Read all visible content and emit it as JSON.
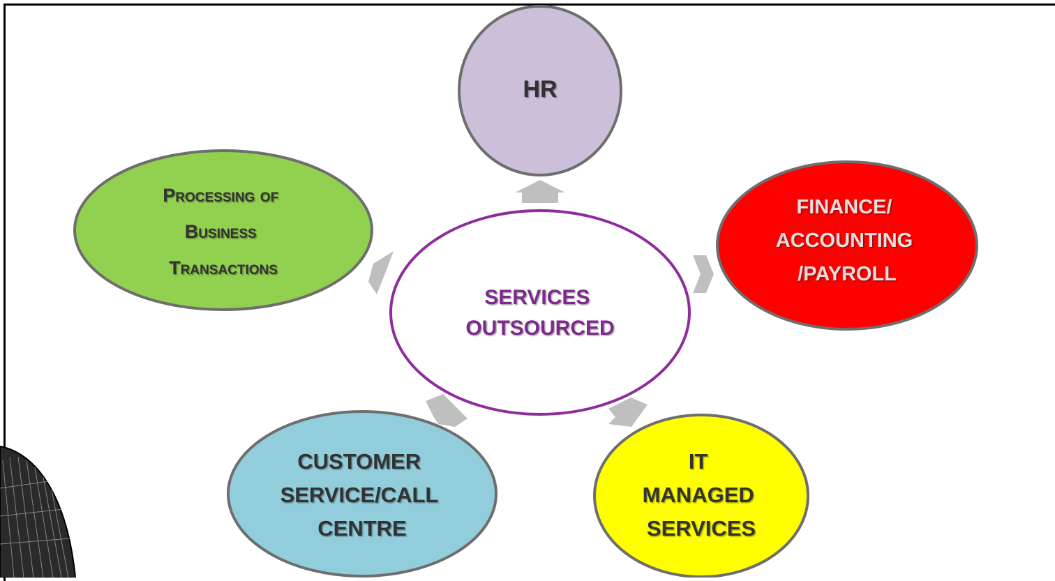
{
  "center": {
    "lines": [
      "SERVICES",
      "OUTSOURCED"
    ],
    "text_color": "#7B2C8C",
    "border_color": "#8E2C9C",
    "fill": "#FFFFFF"
  },
  "nodes": {
    "hr": {
      "lines": [
        "HR"
      ],
      "fill": "#CBBFDA",
      "text_color": "#333333"
    },
    "finance": {
      "lines": [
        "FINANCE/",
        "ACCOUNTING",
        "/PAYROLL"
      ],
      "fill": "#FF0000",
      "text_color": "#E0E0E0"
    },
    "it": {
      "lines": [
        "IT",
        "MANAGED",
        "SERVICES"
      ],
      "fill": "#FFFF00",
      "text_color": "#333333"
    },
    "customer": {
      "lines": [
        "CUSTOMER",
        "SERVICE/CALL",
        "CENTRE"
      ],
      "fill": "#92CDDC",
      "text_color": "#333333"
    },
    "processing": {
      "lines": [
        "Processing of",
        "Business",
        "Transactions"
      ],
      "fill": "#92D050",
      "text_color": "#333333"
    }
  },
  "colors": {
    "node_border": "#6E6E6E",
    "arrow": "#BFBFBF"
  }
}
